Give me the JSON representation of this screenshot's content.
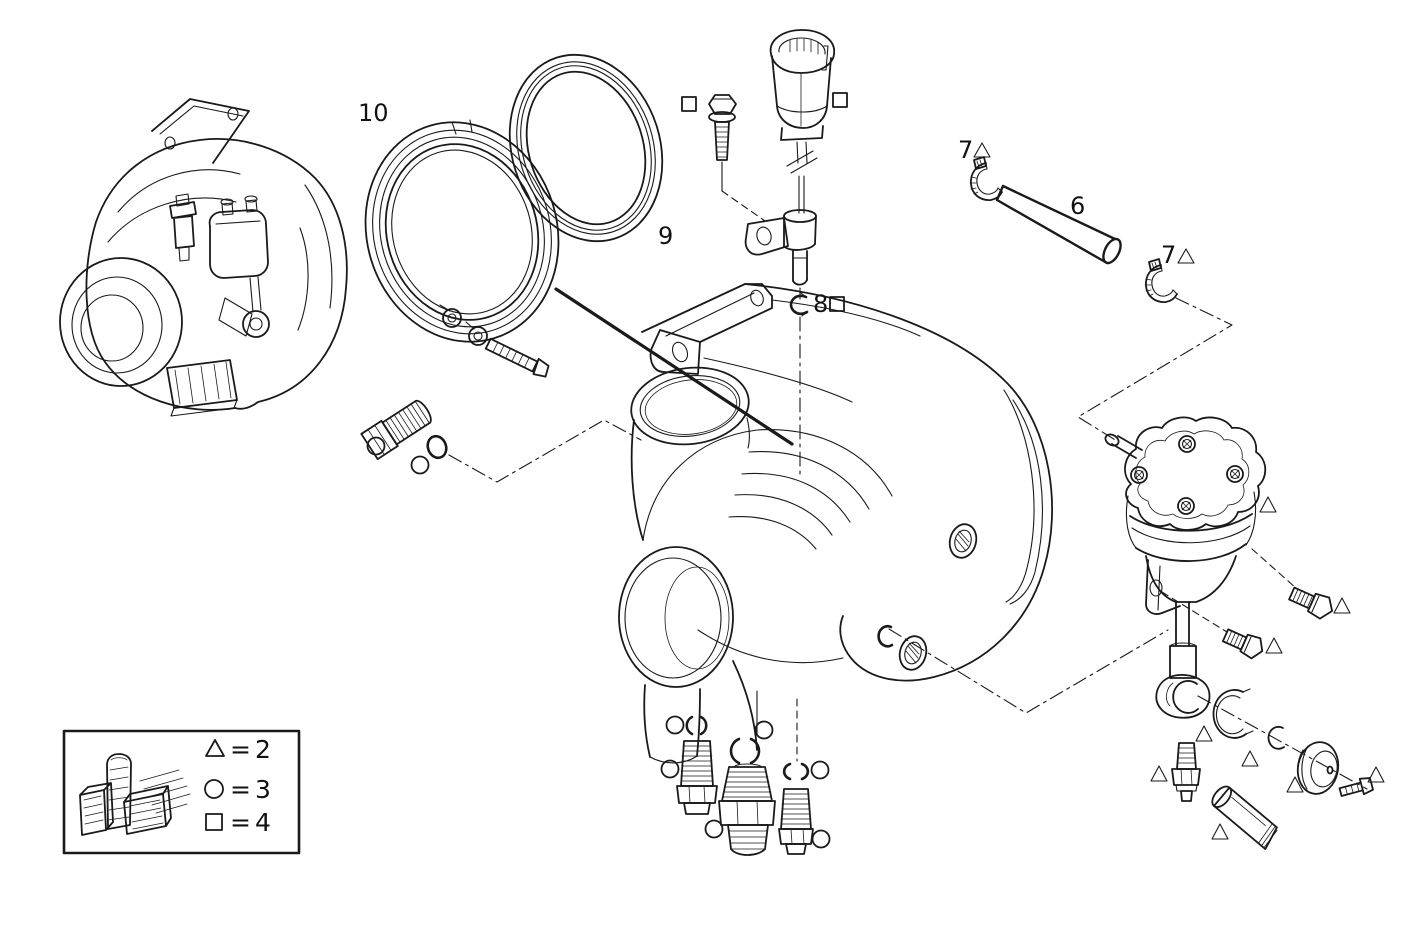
{
  "diagram": {
    "type": "exploded-parts-diagram",
    "subject": "turbocharger with speed sensor, hose, clamps, wastegate actuator and fittings",
    "background": "#ffffff",
    "line_color": "#1a1a1a",
    "callouts": {
      "clamp_ring": "10",
      "seal_ring": "9",
      "sensor_clip": "8",
      "hose": "6",
      "clamp_upper": "7",
      "clamp_lower": "7"
    },
    "legend": {
      "equals": "=",
      "rows": [
        {
          "symbol": "triangle",
          "value": "2"
        },
        {
          "symbol": "circle",
          "value": "3"
        },
        {
          "symbol": "square",
          "value": "4"
        }
      ]
    }
  }
}
